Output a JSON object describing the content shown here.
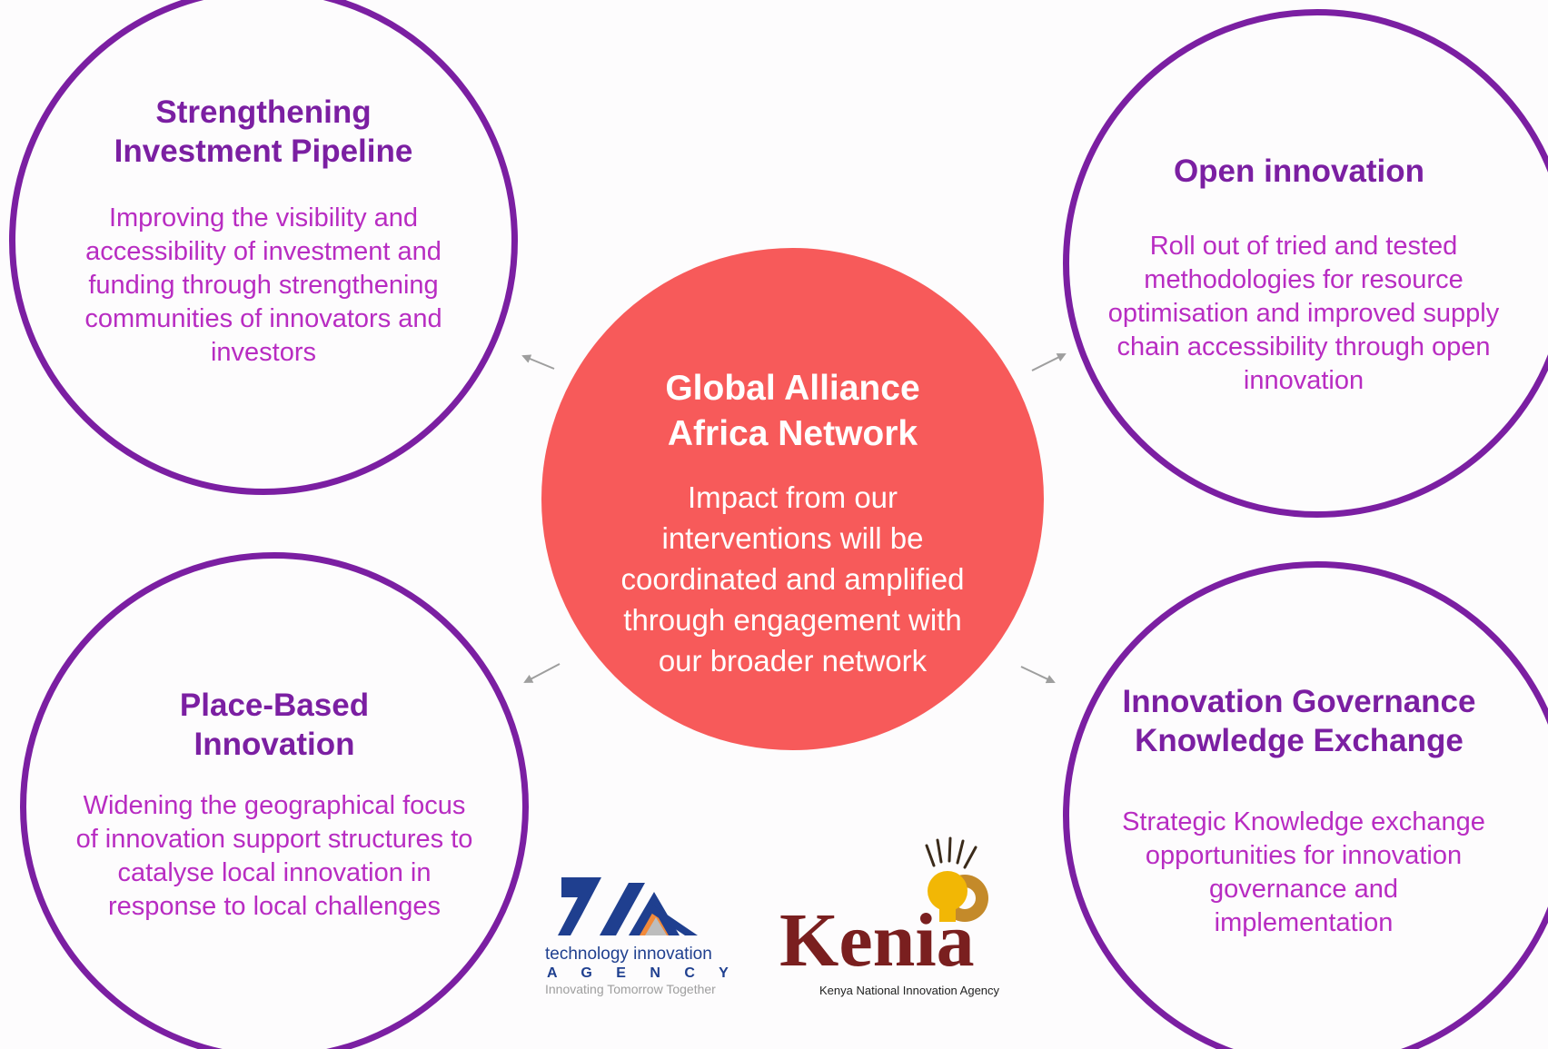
{
  "colors": {
    "ring": "#7b1fa2",
    "ring_text": "#b82cc2",
    "center_fill": "#f75a5a",
    "arrow": "#9e9e9e"
  },
  "center": {
    "title_line1": "Global Alliance",
    "title_line2": "Africa Network",
    "body_lines": [
      "Impact from our",
      "interventions will be",
      "coordinated and amplified",
      "through engagement with",
      "our broader network"
    ]
  },
  "nodes": {
    "top_left": {
      "title_lines": [
        "Strengthening",
        "Investment Pipeline"
      ],
      "body_lines": [
        "Improving the visibility and",
        "accessibility of investment and",
        "funding through strengthening",
        "communities of innovators and",
        "investors"
      ]
    },
    "top_right": {
      "title_lines": [
        "Open innovation"
      ],
      "body_lines": [
        "Roll out of tried and tested",
        "methodologies for resource",
        "optimisation and improved supply",
        "chain accessibility through open",
        "innovation"
      ]
    },
    "bottom_left": {
      "title_lines": [
        "Place-Based",
        "Innovation"
      ],
      "body_lines": [
        "Widening the geographical focus",
        "of innovation support structures to",
        "catalyse local innovation in",
        "response to local challenges"
      ]
    },
    "bottom_right": {
      "title_lines": [
        "Innovation Governance",
        "Knowledge Exchange"
      ],
      "body_lines": [
        "Strategic Knowledge exchange",
        "opportunities for innovation",
        "governance and",
        "implementation"
      ]
    }
  },
  "logos": {
    "tia": {
      "line1": "technology innovation",
      "line2": "A G E N C Y",
      "line3": "Innovating Tomorrow Together"
    },
    "kenia": {
      "wordmark": "Kenia",
      "caption": "Kenya National Innovation Agency"
    }
  }
}
